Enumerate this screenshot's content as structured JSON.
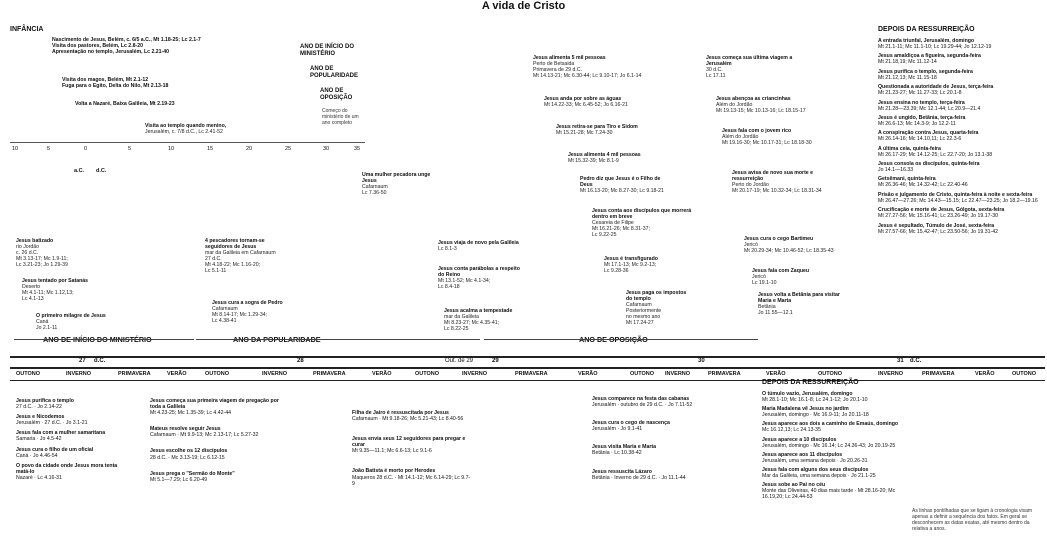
{
  "title": "A vida de Cristo",
  "headers": {
    "infancia": "INFÂNCIA",
    "depois_top": "DEPOIS DA RESSURREIÇÃO",
    "depois_bottom": "DEPOIS DA RESSURREIÇÃO",
    "ano_inicio": "ANO DE INÍCIO DO MINISTÉRIO",
    "ano_pop": "ANO DE POPULARIDADE",
    "ano_op": "ANO DE OPOSIÇÃO",
    "legend_note": "Começo do ministério de um ano completo"
  },
  "top_scale": {
    "bc_ticks": [
      "10",
      "5",
      "0"
    ],
    "ad_ticks": [
      "5",
      "10",
      "15",
      "20",
      "25",
      "30",
      "35"
    ],
    "bc_label": "a.C.",
    "ad_label": "d.C."
  },
  "periods": {
    "p1": "ANO DE INÍCIO DO MINISTÉRIO",
    "p2": "ANO DA POPULARIDADE",
    "p3": "ANO DE OPOSIÇÃO"
  },
  "timeline": {
    "y27": "27",
    "dc1": "d.C.",
    "y28": "28",
    "out29": "Out. de 29",
    "y29": "29",
    "y30": "30",
    "y31": "31",
    "dc2": "d.C.",
    "seasons": [
      "OUTONO",
      "INVERNO",
      "PRIMAVERA",
      "VERÃO",
      "OUTONO",
      "INVERNO",
      "PRIMAVERA",
      "VERÃO",
      "OUTONO",
      "INVERNO",
      "PRIMAVERA",
      "VERÃO",
      "OUTONO",
      "INVERNO",
      "PRIMAVERA",
      "VERÃO",
      "OUTONO",
      "INVERNO",
      "PRIMAVERA",
      "VERÃO",
      "OUTONO"
    ]
  },
  "infancy_events": [
    {
      "t": "Nascimento de Jesus, Belém, c. 6/5 a.C., Mt 1.18-25; Lc 2.1-7",
      "d": "Visita dos pastores, Belém, Lc 2.8-20"
    },
    {
      "t": "Apresentação no templo, Jerusalém, Lc 2.21-40",
      "d": ""
    },
    {
      "t": "Visita dos magos, Belém, Mt 2.1-12",
      "d": "Fuga para o Egito, Delta do Nilo, Mt 2.13-18"
    },
    {
      "t": "Volta a Nazaré, Baixa Galileia, Mt 2.19-23",
      "d": ""
    },
    {
      "t": "Visita ao templo quando menino,",
      "d": "Jerusalém, c. 7/8 d.C., Lc 2.41-52"
    }
  ],
  "upper_events": [
    {
      "t": "Jesus batizado",
      "d1": "rio Jordão",
      "d2": "c. 26 d.C.",
      "d3": "Mt 3.13-17; Mc 1.9-11;",
      "d4": "Lc 3.21-23; Jo 1.29-39"
    },
    {
      "t": "Jesus tentado por Satanás",
      "d1": "Deserto",
      "d2": "Mt 4.1-11; Mc 1.12,13;",
      "d3": "Lc 4.1-13",
      "d4": ""
    },
    {
      "t": "O primeiro milagre de Jesus",
      "d1": "Caná",
      "d2": "Jo 2.1-11",
      "d3": "",
      "d4": ""
    },
    {
      "t": "4 pescadores tornam-se seguidores de Jesus",
      "d1": "mar da Galileia em Cafarnaum",
      "d2": "27 d.C.",
      "d3": "Mt 4.18-22; Mc 1.16-20;",
      "d4": "Lc 5.1-11"
    },
    {
      "t": "Jesus cura a sogra de Pedro",
      "d1": "Cafarnaum",
      "d2": "Mt 8.14-17; Mc 1.29-34;",
      "d3": "Lc 4.38-41",
      "d4": ""
    },
    {
      "t": "Uma mulher pecadora unge Jesus",
      "d1": "Cafarnaum",
      "d2": "Lc 7.36-50",
      "d3": "",
      "d4": ""
    },
    {
      "t": "Jesus viaja de novo pela Galileia",
      "d1": "Lc 8.1-3",
      "d2": "",
      "d3": "",
      "d4": ""
    },
    {
      "t": "Jesus conta parábolas a respeito do Reino",
      "d1": "Mt 13.1-52; Mc 4.1-34;",
      "d2": "Lc 8.4-18",
      "d3": "",
      "d4": ""
    },
    {
      "t": "Jesus acalma a tempestade",
      "d1": "mar da Galileia",
      "d2": "Mt 8.23-27; Mc 4.35-41;",
      "d3": "Lc 8.22-25",
      "d4": ""
    },
    {
      "t": "Jesus alimenta 5 mil pessoas",
      "d1": "Perto de Betsaida",
      "d2": "Primavera de 29 d.C.",
      "d3": "Mt 14.13-21; Mc 6.30-44; Lc 9.10-17; Jo 6.1-14",
      "d4": ""
    },
    {
      "t": "Jesus anda por sobre as águas",
      "d1": "Mt 14.22-33; Mc 6.45-52; Jo 6.16-21",
      "d2": "",
      "d3": "",
      "d4": ""
    },
    {
      "t": "Jesus retira-se para Tiro e Sidom",
      "d1": "Mt 15.21-28; Mc 7.24-30",
      "d2": "",
      "d3": "",
      "d4": ""
    },
    {
      "t": "Jesus alimenta 4 mil pessoas",
      "d1": "Mt 15.32-39; Mc 8.1-9",
      "d2": "",
      "d3": "",
      "d4": ""
    },
    {
      "t": "Pedro diz que Jesus é o Filho de Deus",
      "d1": "Mt 16.13-20; Mc 8.27-30; Lc 9.18-21",
      "d2": "",
      "d3": "",
      "d4": ""
    },
    {
      "t": "Jesus conta aos discípulos que morrerá dentro em breve",
      "d1": "Cesareia de Filipe",
      "d2": "Mt 16.21-26; Mc 8.31-37;",
      "d3": "Lc 9.22-25",
      "d4": ""
    },
    {
      "t": "Jesus é transfigurado",
      "d1": "Mt 17.1-13; Mc 9.2-13;",
      "d2": "Lc 9.28-36",
      "d3": "",
      "d4": ""
    },
    {
      "t": "Jesus paga os impostos do templo",
      "d1": "Cafarnaum",
      "d2": "Posteriormente",
      "d3": "no mesmo ano",
      "d4": "Mt 17.24-27"
    },
    {
      "t": "Jesus começa sua última viagem a Jerusalém",
      "d1": "30 d.C.",
      "d2": "Lc 17.11",
      "d3": "",
      "d4": ""
    },
    {
      "t": "Jesus abençoa as criancinhas",
      "d1": "Além do Jordão",
      "d2": "Mt 19.13-15; Mc 10.13-16; Lc 18.15-17",
      "d3": "",
      "d4": ""
    },
    {
      "t": "Jesus fala com o jovem rico",
      "d1": "Além do Jordão",
      "d2": "Mt 19.16-30; Mc 10.17-31; Lc 18.18-30",
      "d3": "",
      "d4": ""
    },
    {
      "t": "Jesus avisa de novo sua morte e ressurreição",
      "d1": "Perto do Jordão",
      "d2": "Mt 20.17-19; Mc 10.32-34; Lc 18.31-34",
      "d3": "",
      "d4": ""
    },
    {
      "t": "Jesus cura o cego Bartimeu",
      "d1": "Jericó",
      "d2": "Mt 20.29-34; Mc 10.46-52; Lc 18.35-43",
      "d3": "",
      "d4": ""
    },
    {
      "t": "Jesus fala com Zaqueu",
      "d1": "Jericó",
      "d2": "Lc 19.1-10",
      "d3": "",
      "d4": ""
    },
    {
      "t": "Jesus volta a Betânia para visitar Maria e Marta",
      "d1": "Betânia",
      "d2": "Jo 11.55—12.1",
      "d3": "",
      "d4": ""
    }
  ],
  "passion_events": [
    {
      "t": "A entrada triunfal, Jerusalém, domingo",
      "d": "Mt 21.1-11; Mc 11.1-10; Lc 19.29-44; Jo 12.12-19"
    },
    {
      "t": "Jesus amaldiçoa a figueira, segunda-feira",
      "d": "Mt 21.18,19; Mc 11.12-14"
    },
    {
      "t": "Jesus purifica o templo, segunda-feira",
      "d": "Mt 21.12,13; Mc 11.15-18"
    },
    {
      "t": "Questionada a autoridade de Jesus, terça-feira",
      "d": "Mt 21.23-27; Mc 11.27-33; Lc 20.1-8"
    },
    {
      "t": "Jesus ensina no templo, terça-feira",
      "d": "Mt 21.28—23.39; Mc 12.1-44; Lc 20.9—21.4"
    },
    {
      "t": "Jesus é ungido, Betânia, terça-feira",
      "d": "Mt 26.6-13; Mc 14.3-9; Jo 12.2-11"
    },
    {
      "t": "A conspiração contra Jesus, quarta-feira",
      "d": "Mt 26.14-16; Mc 14.10,11; Lc 22.3-6"
    },
    {
      "t": "A última ceia, quinta-feira",
      "d": "Mt 26.17-29; Mc 14.12-25; Lc 22.7-20; Jo 13.1-38"
    },
    {
      "t": "Jesus consola os discípulos, quinta-feira",
      "d": "Jo 14.1—16.33"
    },
    {
      "t": "Getsêmani, quinta-feira",
      "d": "Mt 26.36-46; Mc 14.32-42; Lc 22.40-46"
    },
    {
      "t": "Prisão e julgamento de Cristo, quinta-feira à noite e sexta-feira",
      "d": "Mt 26.47—27.26; Mc 14.43—15.15; Lc 22.47—23.25; Jo 18.2—19.16"
    },
    {
      "t": "Crucificação e morte de Jesus, Gólgota, sexta-feira",
      "d": "Mt 27.27-56; Mc 15.16-41; Lc 23.26-49; Jo 19.17-30"
    },
    {
      "t": "Jesus é sepultado, Túmulo de José, sexta-feira",
      "d": "Mt 27.57-66; Mc 15.42-47; Lc 23.50-56; Jo 19.31-42"
    }
  ],
  "lower_events": [
    {
      "t": "Jesus purifica o templo",
      "d": "27 d.C. · Jo 2.14-22"
    },
    {
      "t": "Jesus e Nicodemos",
      "d": "Jerusalém · 27 d.C. · Jo 3.1-21"
    },
    {
      "t": "Jesus fala com a mulher samaritana",
      "d": "Samaria · Jo 4.5-42"
    },
    {
      "t": "Jesus cura o filho de um oficial",
      "d": "Caná · Jo 4.46-54"
    },
    {
      "t": "O povo da cidade onde Jesus mora tenta matá-lo",
      "d": "Nazaré · Lc 4.16-31"
    },
    {
      "t": "Jesus começa sua primeira viagem de pregação por toda a Galileia",
      "d": "Mt 4.23-25; Mc 1.35-39; Lc 4.42-44"
    },
    {
      "t": "Mateus resolve seguir Jesus",
      "d": "Cafarnaum · Mt 9.9-13; Mc 2.13-17; Lc 5.27-32"
    },
    {
      "t": "Jesus escolhe os 12 discípulos",
      "d": "28 d.C. · Mc 3.13-19; Lc 6.12-15"
    },
    {
      "t": "Jesus prega o \"Sermão do Monte\"",
      "d": "Mt 5.1—7.29; Lc 6.20-49"
    },
    {
      "t": "Filha de Jairo é ressuscitada por Jesus",
      "d": "Cafarnaum · Mt 9.18-26; Mc 5.21-43; Lc 8.40-56"
    },
    {
      "t": "Jesus envia seus 12 seguidores para pregar e curar",
      "d": "Mt 9.35—11.1; Mc 6.6-13; Lc 9.1-6"
    },
    {
      "t": "João Batista é morto por Herodes",
      "d": "Maqueros 28 d.C. · Mt 14.1-12; Mc 6.14-29; Lc 9.7-9"
    },
    {
      "t": "Jesus comparece na festa das cabanas",
      "d": "Jerusalém · outubro de 29 d.C. · Jo 7.11-52"
    },
    {
      "t": "Jesus cura o cego de nascença",
      "d": "Jerusalém · Jo 9.1-41"
    },
    {
      "t": "Jesus visita Maria e Marta",
      "d": "Betânia · Lc 10.38-42"
    },
    {
      "t": "Jesus ressuscita Lázaro",
      "d": "Betânia · Inverno de 29 d.C. · Jo 11.1-44"
    }
  ],
  "after_resurrection": [
    {
      "t": "O túmulo vazio, Jerusalém, domingo",
      "d": "Mt 28.1-10; Mc 16.1-8; Lc 24.1-12; Jo 20.1-10"
    },
    {
      "t": "Maria Madalena vê Jesus no jardim",
      "d": "Jerusalém, domingo · Mc 16.9-11; Jo 20.11-18"
    },
    {
      "t": "Jesus aparece aos dois a caminho de Emaús, domingo",
      "d": "Mc 16.12,13; Lc 24.13-35"
    },
    {
      "t": "Jesus aparece a 10 discípulos",
      "d": "Jerusalém, domingo · Mc 16.14; Lc 24.36-43; Jo 20.19-25"
    },
    {
      "t": "Jesus aparece aos 11 discípulos",
      "d": "Jerusalém, uma semana depois · Jo 20.26-31"
    },
    {
      "t": "Jesus fala com alguns dos seus discípulos",
      "d": "Mar da Galileia, uma semana depois · Jo 21.1-25"
    },
    {
      "t": "Jesus sobe ao Pai no céu",
      "d": "Monte das Oliveiras, 40 dias mais tarde · Mt 28.16-20; Mc 16.19,20; Lc 24.44-53"
    }
  ],
  "footnote": "As linhas pontilhadas que se ligam à cronologia visam apenas a definir a sequência dos fatos. Em geral se desconhecem as datas exatas, até mesmo dentro da relativa a anos."
}
